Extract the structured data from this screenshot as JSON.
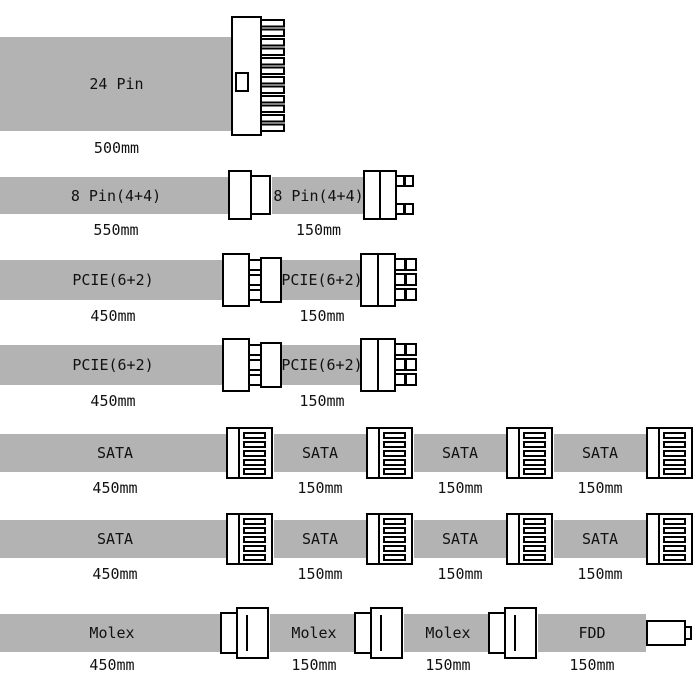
{
  "colors": {
    "background": "#ffffff",
    "cable": "#b3b3b3",
    "connector_fill": "#ffffff",
    "outline": "#000000",
    "text": "#111111"
  },
  "rows": [
    {
      "id": "atx-24pin",
      "connector_icon": "atx-24pin-connector",
      "segments": [
        {
          "label": "24 Pin",
          "length": "500mm"
        }
      ]
    },
    {
      "id": "eps-8pin",
      "connector_icon": "eps-8pin-connector",
      "segments": [
        {
          "label": "8 Pin(4+4)",
          "length": "550mm"
        },
        {
          "label": "8 Pin(4+4)",
          "length": "150mm"
        }
      ]
    },
    {
      "id": "pcie-1",
      "connector_icon": "pcie-6plus2-connector",
      "segments": [
        {
          "label": "PCIE(6+2)",
          "length": "450mm"
        },
        {
          "label": "PCIE(6+2)",
          "length": "150mm"
        }
      ]
    },
    {
      "id": "pcie-2",
      "connector_icon": "pcie-6plus2-connector",
      "segments": [
        {
          "label": "PCIE(6+2)",
          "length": "450mm"
        },
        {
          "label": "PCIE(6+2)",
          "length": "150mm"
        }
      ]
    },
    {
      "id": "sata-1",
      "connector_icon": "sata-connector",
      "segments": [
        {
          "label": "SATA",
          "length": "450mm"
        },
        {
          "label": "SATA",
          "length": "150mm"
        },
        {
          "label": "SATA",
          "length": "150mm"
        },
        {
          "label": "SATA",
          "length": "150mm"
        }
      ]
    },
    {
      "id": "sata-2",
      "connector_icon": "sata-connector",
      "segments": [
        {
          "label": "SATA",
          "length": "450mm"
        },
        {
          "label": "SATA",
          "length": "150mm"
        },
        {
          "label": "SATA",
          "length": "150mm"
        },
        {
          "label": "SATA",
          "length": "150mm"
        }
      ]
    },
    {
      "id": "molex-fdd",
      "connector_icon": "molex-connector",
      "segments": [
        {
          "label": "Molex",
          "length": "450mm"
        },
        {
          "label": "Molex",
          "length": "150mm"
        },
        {
          "label": "Molex",
          "length": "150mm"
        },
        {
          "label": "FDD",
          "length": "150mm"
        }
      ]
    }
  ]
}
